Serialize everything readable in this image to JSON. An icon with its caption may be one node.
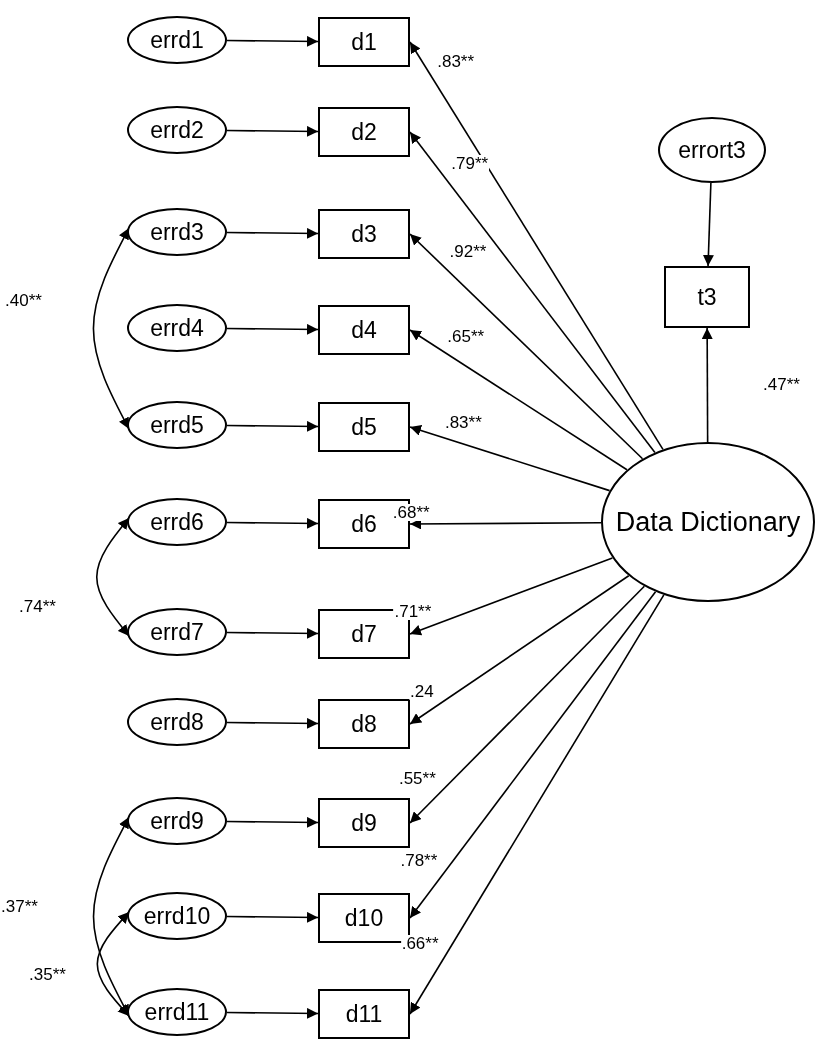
{
  "diagram": {
    "nodes": [
      {
        "text": [
          "errd1"
        ]
      },
      {
        "text": [
          "errd2"
        ]
      },
      {
        "text": [
          "errd3"
        ]
      },
      {
        "text": [
          "errd4"
        ]
      },
      {
        "text": [
          "errd5"
        ]
      },
      {
        "text": [
          "errd6"
        ]
      },
      {
        "text": [
          "errd7"
        ]
      },
      {
        "text": [
          "errd8"
        ]
      },
      {
        "text": [
          "errd9"
        ]
      },
      {
        "text": [
          "errd10"
        ]
      },
      {
        "text": [
          "errd11"
        ]
      },
      {
        "text": [
          "d1"
        ]
      },
      {
        "text": [
          "d2"
        ]
      },
      {
        "text": [
          "d3"
        ]
      },
      {
        "text": [
          "d4"
        ]
      },
      {
        "text": [
          "d5"
        ]
      },
      {
        "text": [
          "d6"
        ]
      },
      {
        "text": [
          "d7"
        ]
      },
      {
        "text": [
          "d8"
        ]
      },
      {
        "text": [
          "d9"
        ]
      },
      {
        "text": [
          "d10"
        ]
      },
      {
        "text": [
          "d11"
        ]
      },
      {
        "text": [
          "errort3"
        ]
      },
      {
        "text": [
          "t3"
        ]
      },
      {
        "text": [
          "Data Dictionary"
        ]
      }
    ],
    "edges": [
      {
        "from": 0,
        "to": 11,
        "arrow": "to"
      },
      {
        "from": 1,
        "to": 12,
        "arrow": "to"
      },
      {
        "from": 2,
        "to": 13,
        "arrow": "to"
      },
      {
        "from": 3,
        "to": 14,
        "arrow": "to"
      },
      {
        "from": 4,
        "to": 15,
        "arrow": "to"
      },
      {
        "from": 5,
        "to": 16,
        "arrow": "to"
      },
      {
        "from": 6,
        "to": 17,
        "arrow": "to"
      },
      {
        "from": 7,
        "to": 18,
        "arrow": "to"
      },
      {
        "from": 8,
        "to": 19,
        "arrow": "to"
      },
      {
        "from": 9,
        "to": 20,
        "arrow": "to"
      },
      {
        "from": 10,
        "to": 21,
        "arrow": "to"
      },
      {
        "from": 22,
        "to": 23,
        "arrow": "to"
      },
      {
        "from": 24,
        "to": 11,
        "arrow": "to",
        "label": ".83**"
      },
      {
        "from": 24,
        "to": 12,
        "arrow": "to",
        "label": ".79**"
      },
      {
        "from": 24,
        "to": 13,
        "arrow": "to",
        "label": ".92**"
      },
      {
        "from": 24,
        "to": 14,
        "arrow": "to",
        "label": ".65**"
      },
      {
        "from": 24,
        "to": 15,
        "arrow": "to",
        "label": ".83**"
      },
      {
        "from": 24,
        "to": 16,
        "arrow": "to",
        "label": ".68**"
      },
      {
        "from": 24,
        "to": 17,
        "arrow": "to",
        "label": ".71**"
      },
      {
        "from": 24,
        "to": 18,
        "arrow": "to",
        "label": ".24"
      },
      {
        "from": 24,
        "to": 19,
        "arrow": "to",
        "label": ".55**"
      },
      {
        "from": 24,
        "to": 20,
        "arrow": "to",
        "label": ".78**"
      },
      {
        "from": 24,
        "to": 21,
        "arrow": "to",
        "label": ".66**"
      },
      {
        "from": 24,
        "to": 23,
        "arrow": "to",
        "label": ".47**"
      },
      {
        "from": 2,
        "to": 4,
        "arrow": "both",
        "label": ".40**"
      },
      {
        "from": 5,
        "to": 6,
        "arrow": "both",
        "label": ".74**"
      },
      {
        "from": 8,
        "to": 10,
        "arrow": "both",
        "label": ".37**"
      },
      {
        "from": 9,
        "to": 10,
        "arrow": "both",
        "label": ".35**"
      }
    ]
  }
}
